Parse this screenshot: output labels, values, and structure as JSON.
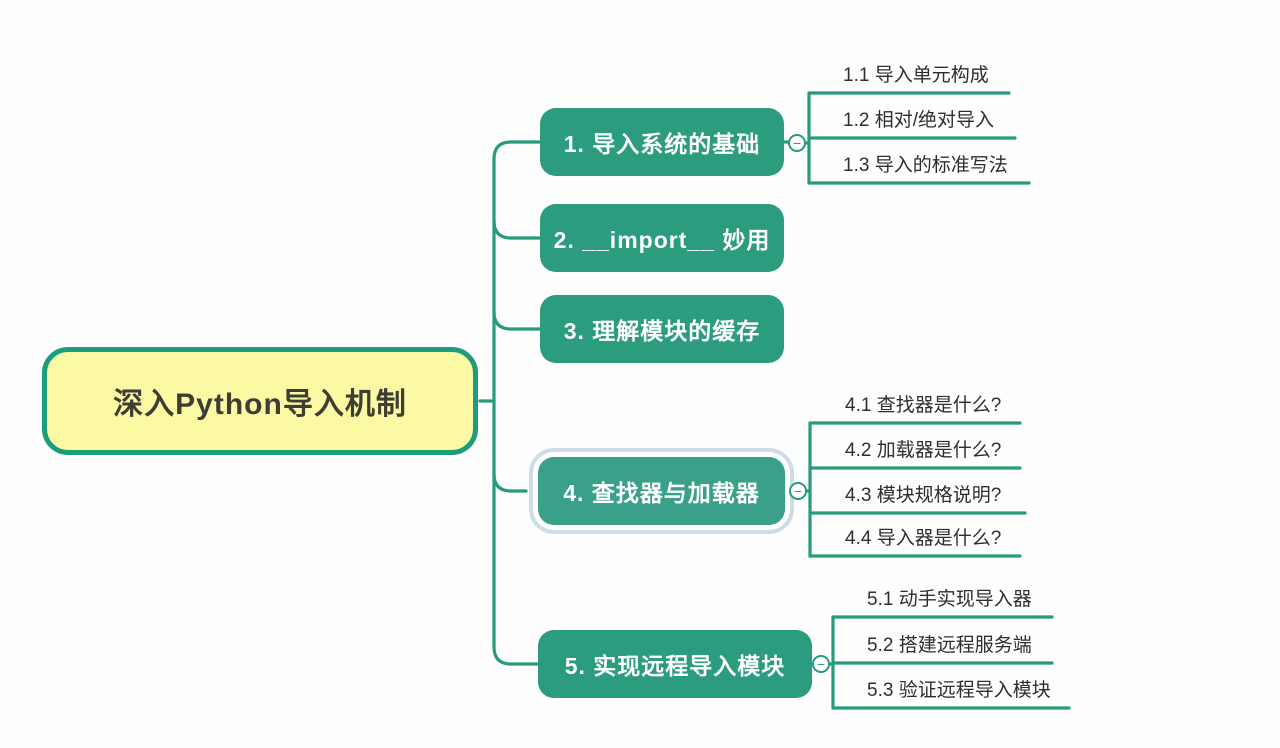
{
  "palette": {
    "teal": "#279b7d",
    "node_fill": "#2b9c7e",
    "selected_fill": "#3aa089",
    "root_fill": "#fbf9a3",
    "root_border": "#1c9e7d",
    "root_text": "#3d3d33",
    "node_text": "#ffffff",
    "child_text": "#2e2e2e",
    "highlight_ring": "#cfdce8"
  },
  "ui": {
    "collapse_glyph": "−"
  },
  "root": {
    "label": "深入Python导入机制"
  },
  "branches": [
    {
      "label": "1. 导入系统的基础",
      "collapsed": false,
      "children": [
        "1.1 导入单元构成",
        "1.2 相对/绝对导入",
        "1.3 导入的标准写法"
      ]
    },
    {
      "label": "2. __import__ 妙用",
      "children": []
    },
    {
      "label": "3. 理解模块的缓存",
      "children": []
    },
    {
      "label": "4. 查找器与加载器",
      "selected": true,
      "collapsed": false,
      "children": [
        "4.1 查找器是什么?",
        "4.2 加载器是什么?",
        "4.3 模块规格说明?",
        "4.4 导入器是什么?"
      ]
    },
    {
      "label": "5. 实现远程导入模块",
      "collapsed": false,
      "children": [
        "5.1 动手实现导入器",
        "5.2 搭建远程服务端",
        "5.3 验证远程导入模块"
      ]
    }
  ]
}
